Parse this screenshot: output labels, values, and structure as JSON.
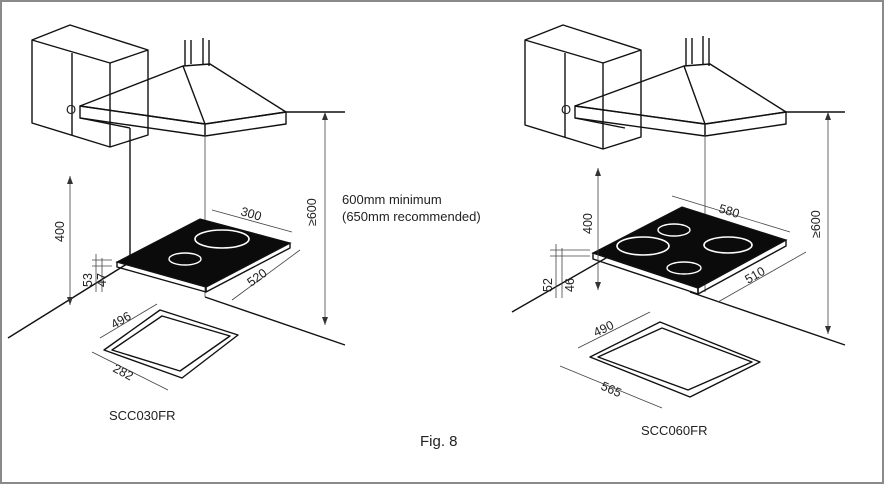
{
  "figure": {
    "caption": "Fig. 8",
    "note_line1": "600mm minimum",
    "note_line2": "(650mm recommended)"
  },
  "left_hob": {
    "model": "SCC030FR",
    "dims": {
      "width": "300",
      "depth": "520",
      "height_clearance": "400",
      "overall_height": "53",
      "body_height": "47",
      "cutout_width": "496",
      "cutout_depth": "282",
      "hood_min": "≥600"
    }
  },
  "right_hob": {
    "model": "SCC060FR",
    "dims": {
      "width": "580",
      "depth": "510",
      "height_clearance": "400",
      "overall_height": "52",
      "body_height": "46",
      "cutout_width": "490",
      "cutout_depth": "565",
      "hood_min": "≥600"
    }
  },
  "colors": {
    "hob_glass": "#0b0b0b",
    "line": "#111111",
    "frame": "#8a8a8a"
  }
}
